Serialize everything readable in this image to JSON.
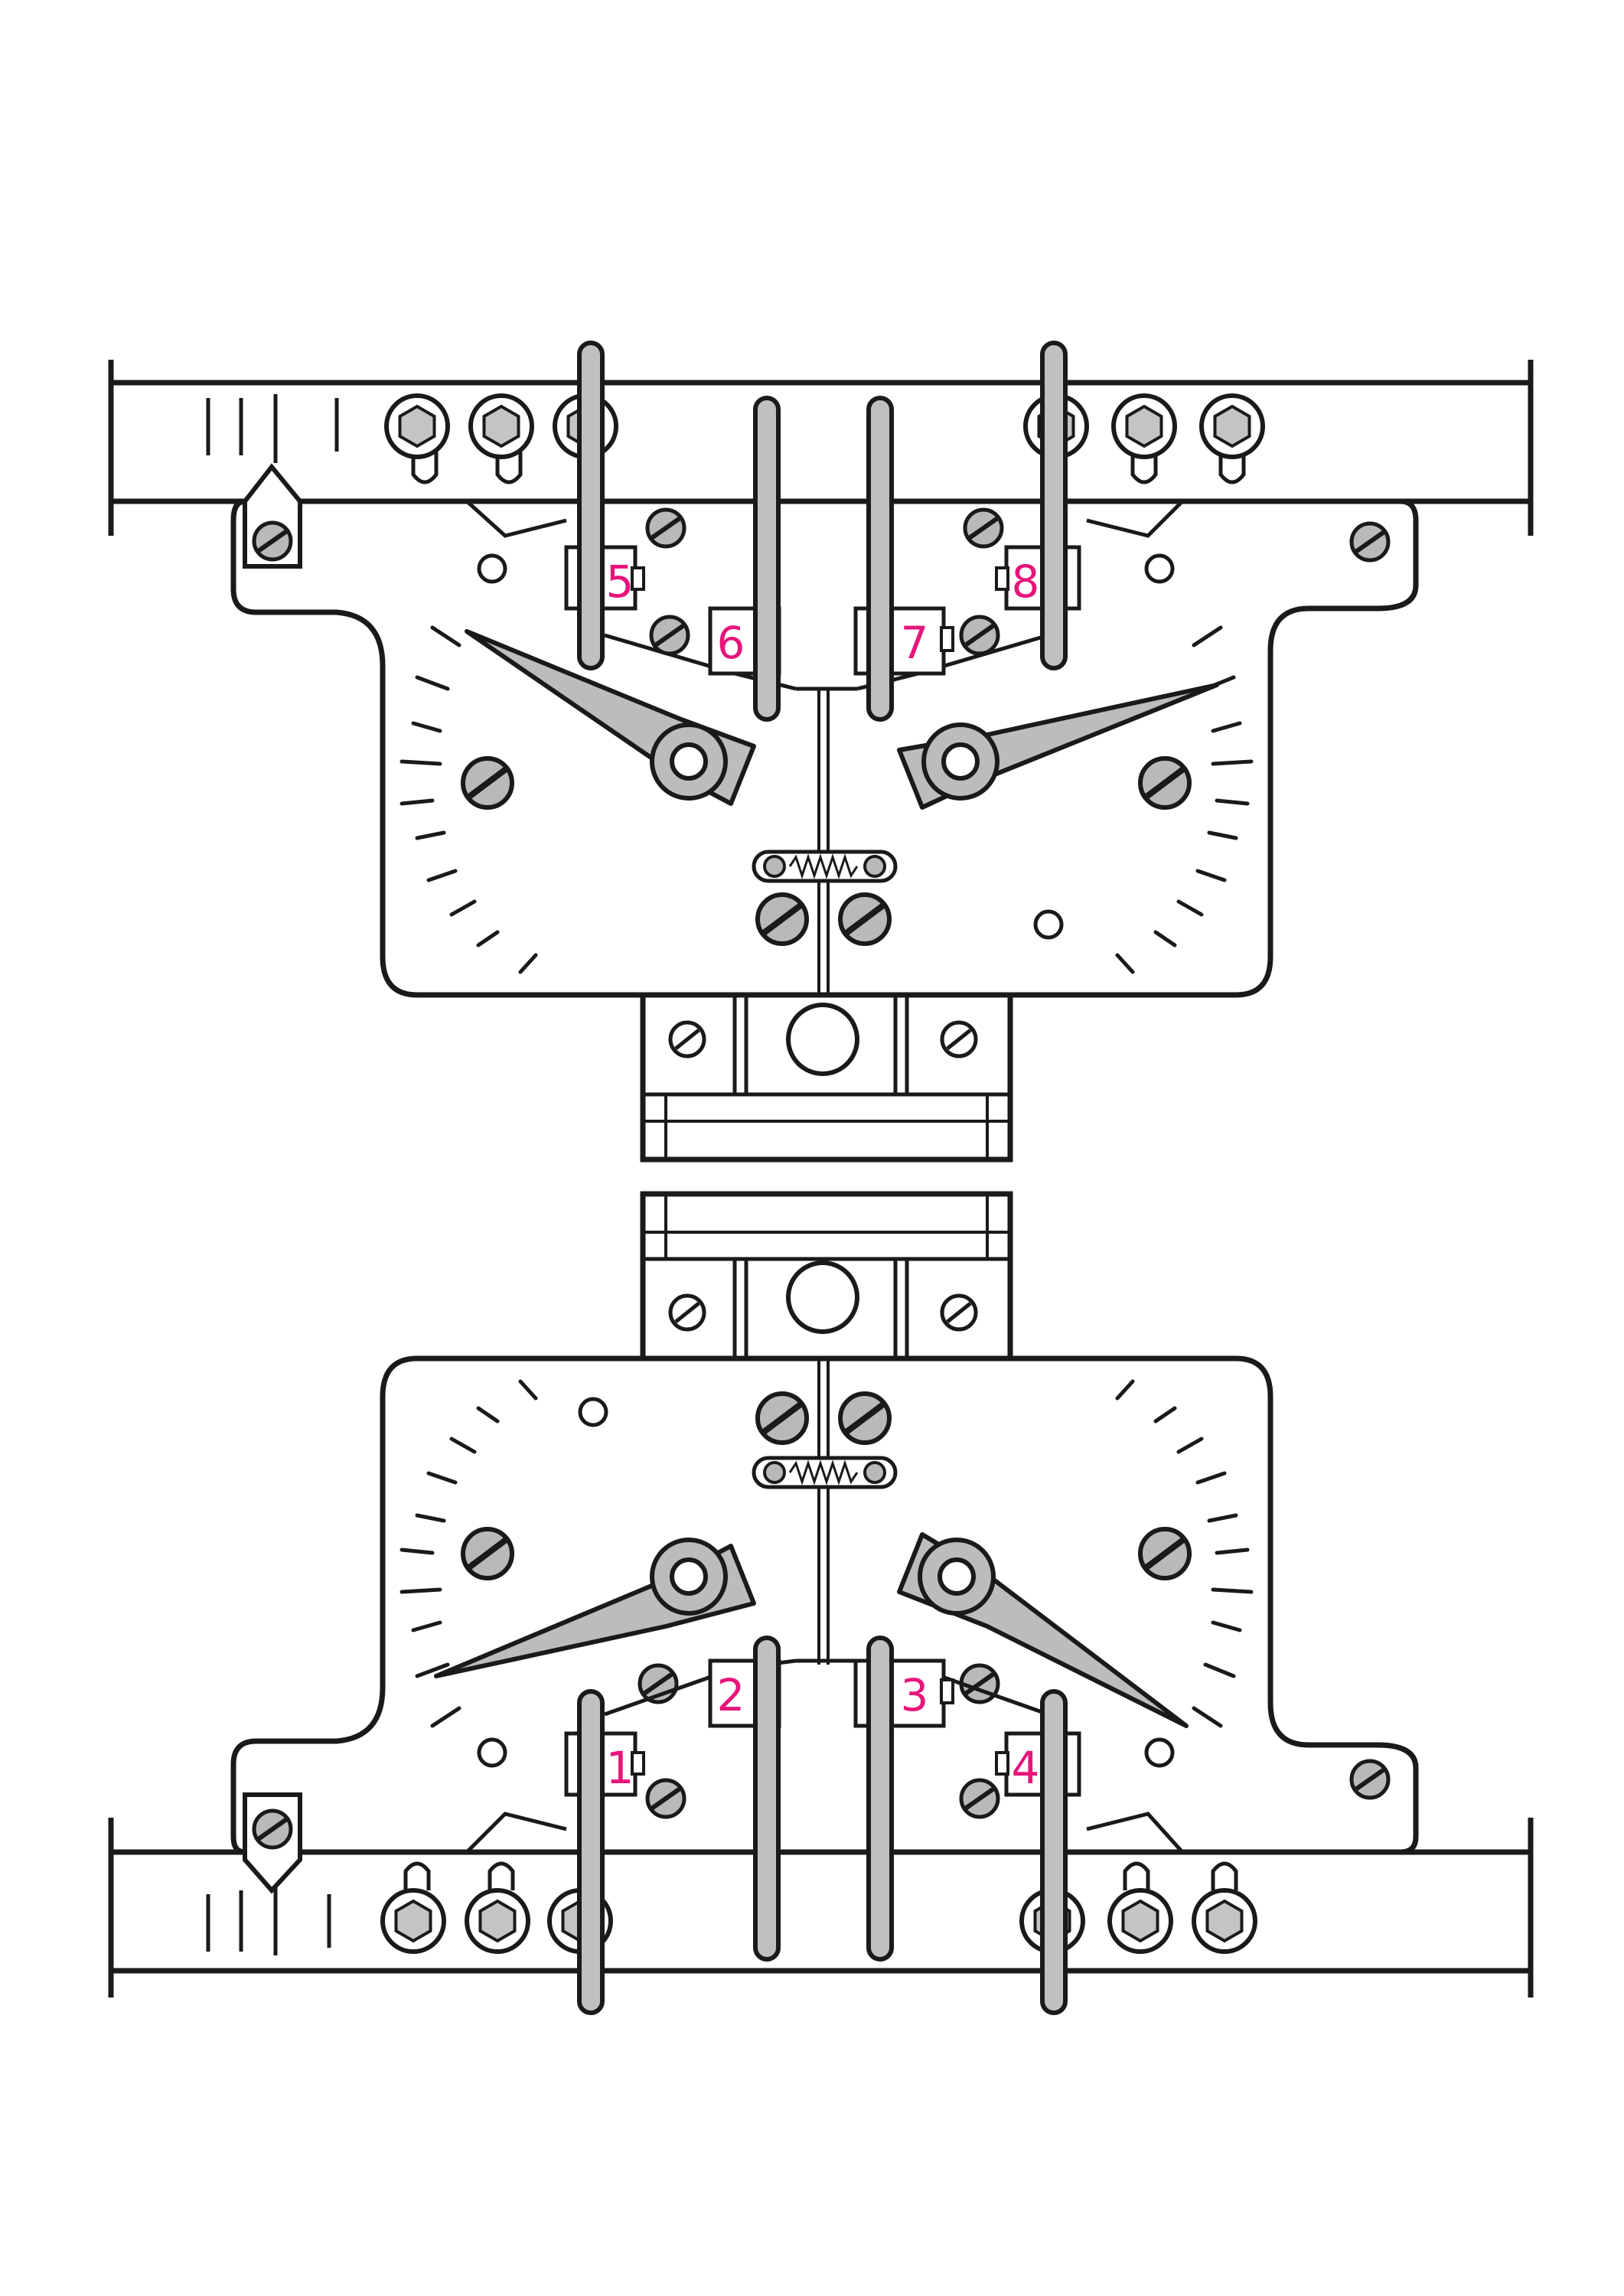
{
  "colors": {
    "ink": "#1a1a1a",
    "metal": "#b9b9b9",
    "metal_light": "#d0d0d0",
    "label": "#e6157a",
    "paper": "#ffffff"
  },
  "diagram": {
    "top_assembly": {
      "tag_labels": [
        "5",
        "6",
        "7",
        "8"
      ],
      "left_screw_cluster": [
        "hex-bolt",
        "hex-bolt",
        "hex-bolt"
      ],
      "right_screw_cluster": [
        "hex-bolt",
        "hex-bolt",
        "hex-bolt"
      ]
    },
    "bottom_assembly": {
      "tag_labels": [
        "1",
        "2",
        "3",
        "4"
      ],
      "left_screw_cluster": [
        "hex-bolt",
        "hex-bolt",
        "hex-bolt"
      ],
      "right_screw_cluster": [
        "hex-bolt",
        "hex-bolt",
        "hex-bolt"
      ]
    },
    "icons": [
      "hex-bolt-icon",
      "slot-screw-icon",
      "pointer-needle-icon",
      "clamp-block-icon",
      "spring-icon"
    ]
  }
}
